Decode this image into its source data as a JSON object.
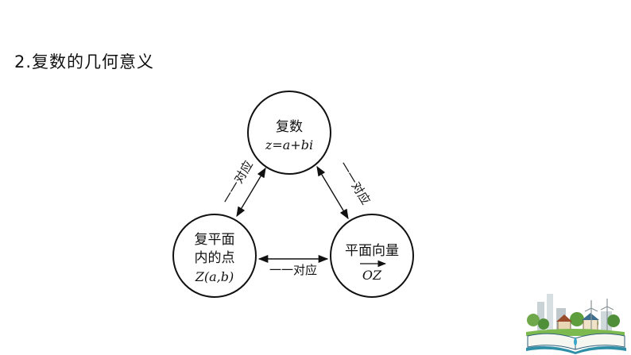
{
  "title": "2.复数的几何意义",
  "nodes": {
    "complex": {
      "title": "复数",
      "formula": "z=a+bi"
    },
    "point": {
      "title_line1": "复平面",
      "title_line2": "内的点",
      "formula": "Z(a,b)"
    },
    "vector": {
      "title": "平面向量",
      "formula": "OZ"
    }
  },
  "edges": {
    "complex_point": "一一对应",
    "complex_vector": "一一对应",
    "point_vector": "一一对应"
  },
  "colors": {
    "ink": "#111111",
    "background": "#ffffff"
  },
  "decoration": {
    "icon": "open-book-eco-town-icon"
  }
}
